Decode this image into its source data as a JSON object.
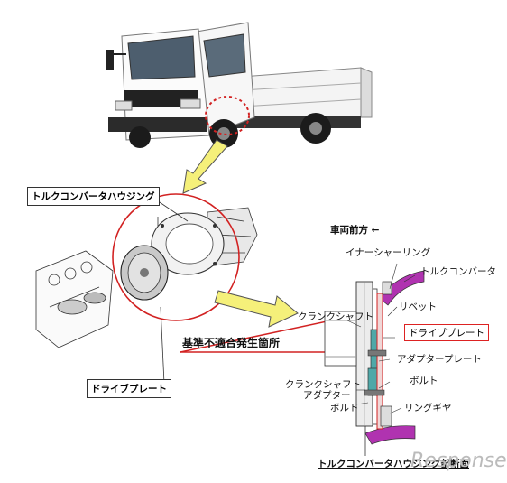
{
  "labels": {
    "torque_converter_housing": "トルクコンバータハウジング",
    "drive_plate_box": "ドライブプレート",
    "vehicle_front": "車両前方",
    "front_arrow": "←",
    "inner_shear_ring": "イナーシャーリング",
    "torque_converter": "トルクコンバータ",
    "crankshaft": "クランクシャフト",
    "rivet": "リベット",
    "drive_plate_red": "ドライブプレート",
    "nonconformity": "基準不適合発生箇所",
    "adapter_plate": "アダプタープレート",
    "bolt1": "ボルト",
    "crankshaft_adapter_1": "クランクシャフト",
    "crankshaft_adapter_2": "アダプター",
    "bolt2": "ボルト",
    "ring_gear": "リングギヤ",
    "section_title": "トルクコンバータハウジング部断面"
  },
  "watermark": "Response.",
  "colors": {
    "red": "#d22222",
    "yellow": "#f5f07a",
    "magenta": "#b033b0",
    "teal": "#4fa8a8"
  }
}
